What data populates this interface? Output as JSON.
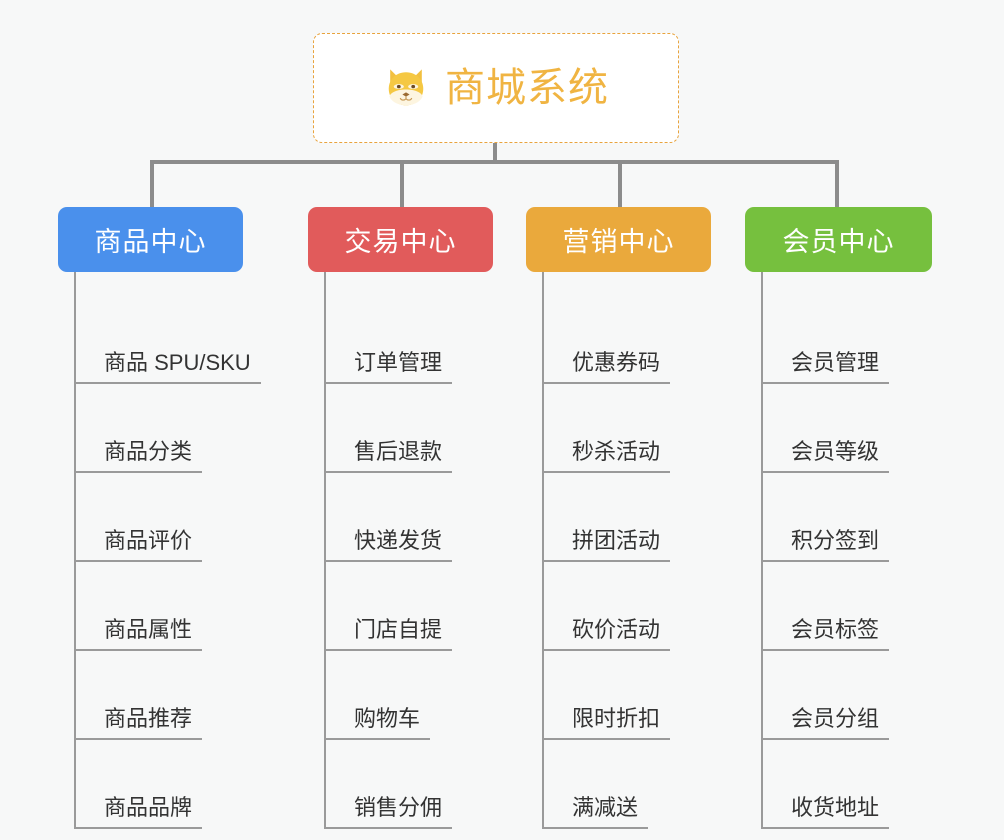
{
  "page": {
    "background_color": "#f7f8f8",
    "connector_color": "#8c8c8c",
    "leaf_line_color": "#9a9a9a",
    "leaf_text_color": "#333333"
  },
  "root": {
    "title": "商城系统",
    "icon": "shiba-dog-face-emoji",
    "text_color": "#f0b442",
    "border_color": "#e8a33d",
    "background_color": "#ffffff"
  },
  "columns": [
    {
      "title": "商品中心",
      "color": "#4a90ec",
      "items": [
        "商品 SPU/SKU",
        "商品分类",
        "商品评价",
        "商品属性",
        "商品推荐",
        "商品品牌"
      ]
    },
    {
      "title": "交易中心",
      "color": "#e15b5b",
      "items": [
        "订单管理",
        "售后退款",
        "快递发货",
        "门店自提",
        "购物车",
        "销售分佣"
      ]
    },
    {
      "title": "营销中心",
      "color": "#eaa93c",
      "items": [
        "优惠券码",
        "秒杀活动",
        "拼团活动",
        "砍价活动",
        "限时折扣",
        "满减送"
      ]
    },
    {
      "title": "会员中心",
      "color": "#76c03e",
      "items": [
        "会员管理",
        "会员等级",
        "积分签到",
        "会员标签",
        "会员分组",
        "收货地址"
      ]
    }
  ]
}
